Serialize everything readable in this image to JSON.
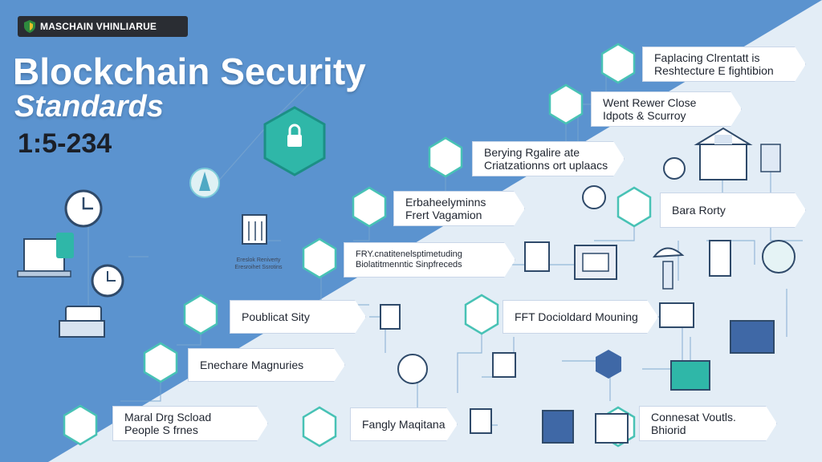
{
  "badge": {
    "label": "MASCHAIN VHINLIARUE"
  },
  "title": {
    "line1": "Blockchain Security",
    "line2": "Standards",
    "number": "1:5-234"
  },
  "caption": {
    "line1": "Ereslok Reniverty",
    "line2": "Eresroihet Ssrotins"
  },
  "cards": [
    {
      "id": "card-1",
      "lines": [
        "Faplacing Clrentatt is",
        "Reshtecture E fightibion"
      ]
    },
    {
      "id": "card-2",
      "lines": [
        "Went Rewer Close",
        "Idpots & Scurroy"
      ]
    },
    {
      "id": "card-3",
      "lines": [
        "Berying Rgalire ate",
        "Criatzationns ort uplaacs"
      ]
    },
    {
      "id": "card-4",
      "lines": [
        "Erbaheelyminns",
        "Frert Vagamion"
      ]
    },
    {
      "id": "card-5",
      "lines": [
        "Bara Rorty"
      ]
    },
    {
      "id": "card-6",
      "lines": [
        "FRY.cnatitenelsptimetuding",
        "Biolatitmenntic Sinpfreceds"
      ]
    },
    {
      "id": "card-7",
      "lines": [
        "Poublicat Sity"
      ]
    },
    {
      "id": "card-8",
      "lines": [
        "FFT Docioldard Mouning"
      ]
    },
    {
      "id": "card-9",
      "lines": [
        "Enechare Magnuries"
      ]
    },
    {
      "id": "card-10",
      "lines": [
        "Maral Drg Scload",
        "People S frnes"
      ]
    },
    {
      "id": "card-11",
      "lines": [
        "Fangly Maqitana"
      ]
    },
    {
      "id": "card-12",
      "lines": [
        "Connesat Voutls.",
        "Bhiorid"
      ]
    }
  ],
  "colors": {
    "accent_teal": "#2fb7a8",
    "brand_blue": "#5b93cf",
    "light_bg": "#e3edf6",
    "card_border": "#c9d6e8"
  }
}
